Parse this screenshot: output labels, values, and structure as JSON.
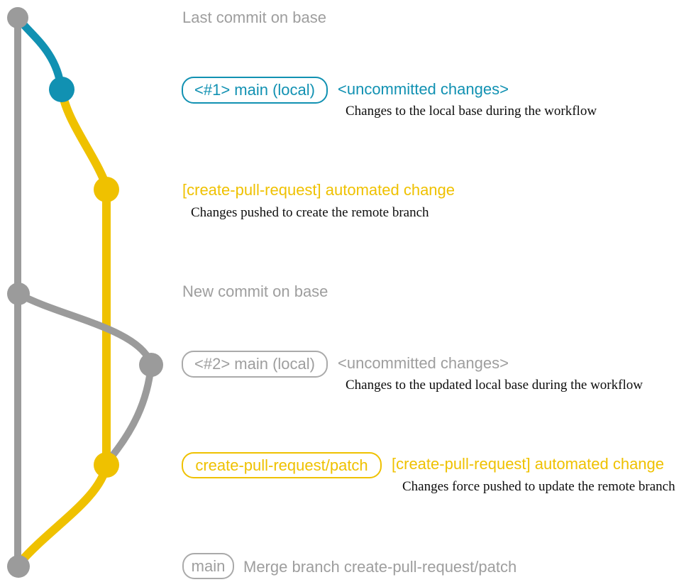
{
  "colors": {
    "base_gray": "#9b9b9b",
    "teal": "#1191b2",
    "yellow": "#efc100",
    "note_text": "#0d0d0d",
    "background": "#ffffff"
  },
  "captions": {
    "last_commit": "Last commit on base",
    "new_commit": "New commit on base"
  },
  "rows": {
    "row1": {
      "badge": "<#1> main (local)",
      "tag": "<uncommitted changes>",
      "note": "Changes to the local base during the workflow"
    },
    "row2": {
      "tag": "[create-pull-request] automated change",
      "note": "Changes pushed to create the remote branch"
    },
    "row3": {
      "badge": "<#2> main (local)",
      "tag": "<uncommitted changes>",
      "note": "Changes to the updated local base during the workflow"
    },
    "row4": {
      "badge": "create-pull-request/patch",
      "tag": "[create-pull-request] automated change",
      "note": "Changes force pushed to update the remote branch"
    },
    "row5": {
      "badge": "main",
      "tag": "Merge branch create-pull-request/patch"
    }
  }
}
